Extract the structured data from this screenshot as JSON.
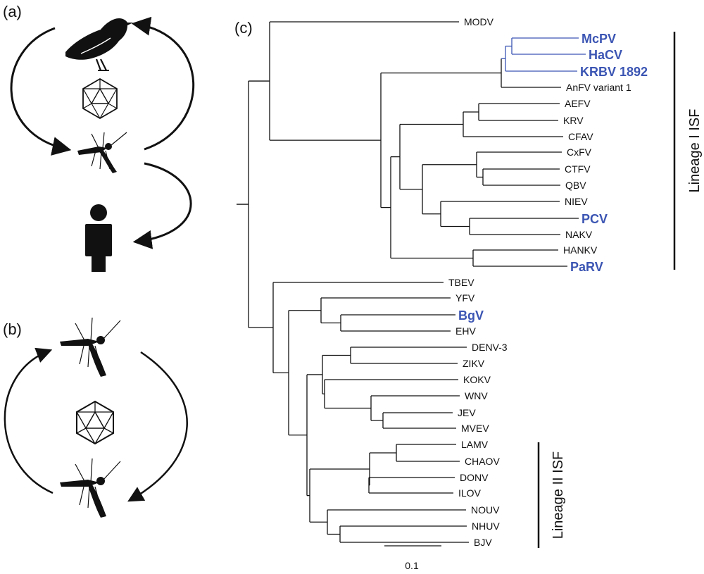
{
  "panels": {
    "a": "(a)",
    "b": "(b)",
    "c": "(c)"
  },
  "icons": {
    "bird": "bird-icon",
    "mosquito": "mosquito-icon",
    "human": "human-icon",
    "virion": "virus-particle-icon"
  },
  "colors": {
    "highlight": "#3b55b3",
    "ink": "#111111"
  },
  "tree": {
    "leaves": [
      {
        "id": "MODV",
        "label": "MODV",
        "highlight": false
      },
      {
        "id": "McPV",
        "label": "McPV",
        "highlight": true
      },
      {
        "id": "HaCV",
        "label": "HaCV",
        "highlight": true
      },
      {
        "id": "KRBV",
        "label": "KRBV 1892",
        "highlight": true
      },
      {
        "id": "AnFV",
        "label": "AnFV variant 1",
        "highlight": false
      },
      {
        "id": "AEFV",
        "label": "AEFV",
        "highlight": false
      },
      {
        "id": "KRV",
        "label": "KRV",
        "highlight": false
      },
      {
        "id": "CFAV",
        "label": "CFAV",
        "highlight": false
      },
      {
        "id": "CxFV",
        "label": "CxFV",
        "highlight": false
      },
      {
        "id": "CTFV",
        "label": "CTFV",
        "highlight": false
      },
      {
        "id": "QBV",
        "label": "QBV",
        "highlight": false
      },
      {
        "id": "NIEV",
        "label": "NIEV",
        "highlight": false
      },
      {
        "id": "PCV",
        "label": "PCV",
        "highlight": true
      },
      {
        "id": "NAKV",
        "label": "NAKV",
        "highlight": false
      },
      {
        "id": "HANKV",
        "label": "HANKV",
        "highlight": false
      },
      {
        "id": "PaRV",
        "label": "PaRV",
        "highlight": true
      },
      {
        "id": "TBEV",
        "label": "TBEV",
        "highlight": false
      },
      {
        "id": "YFV",
        "label": "YFV",
        "highlight": false
      },
      {
        "id": "BgV",
        "label": "BgV",
        "highlight": true
      },
      {
        "id": "EHV",
        "label": "EHV",
        "highlight": false
      },
      {
        "id": "DENV3",
        "label": "DENV-3",
        "highlight": false
      },
      {
        "id": "ZIKV",
        "label": "ZIKV",
        "highlight": false
      },
      {
        "id": "KOKV",
        "label": "KOKV",
        "highlight": false
      },
      {
        "id": "WNV",
        "label": "WNV",
        "highlight": false
      },
      {
        "id": "JEV",
        "label": "JEV",
        "highlight": false
      },
      {
        "id": "MVEV",
        "label": "MVEV",
        "highlight": false
      },
      {
        "id": "LAMV",
        "label": "LAMV",
        "highlight": false
      },
      {
        "id": "CHAOV",
        "label": "CHAOV",
        "highlight": false
      },
      {
        "id": "DONV",
        "label": "DONV",
        "highlight": false
      },
      {
        "id": "ILOV",
        "label": "ILOV",
        "highlight": false
      },
      {
        "id": "NOUV",
        "label": "NOUV",
        "highlight": false
      },
      {
        "id": "NHUV",
        "label": "NHUV",
        "highlight": false
      },
      {
        "id": "BJV",
        "label": "BJV",
        "highlight": false
      }
    ],
    "lineages": [
      {
        "label": "Lineage I ISF"
      },
      {
        "label": "Lineage II ISF"
      }
    ],
    "scale_bar": {
      "label": "0.1"
    }
  }
}
